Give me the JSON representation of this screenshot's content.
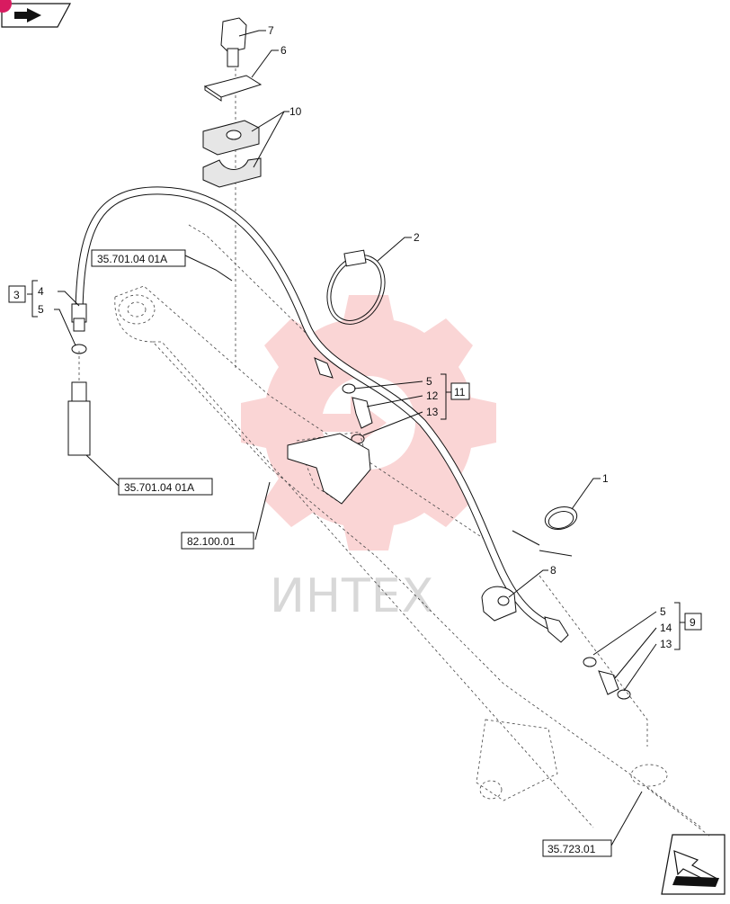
{
  "watermark": {
    "text": "ИНТЕХ",
    "color": "#f4a7a7"
  },
  "icons": {
    "corner_top_left": "nav-previous-icon",
    "corner_bottom_right": "nav-next-icon"
  },
  "callouts": {
    "c7": "7",
    "c6": "6",
    "c10": "10",
    "c2": "2",
    "c4": "4",
    "c5a": "5",
    "c3": "3",
    "c5b": "5",
    "c12": "12",
    "c13a": "13",
    "c11": "11",
    "c1": "1",
    "c8": "8",
    "c5c": "5",
    "c14": "14",
    "c13b": "13",
    "c9": "9"
  },
  "refs": {
    "r1": "35.701.04 01A",
    "r2": "35.701.04 01A",
    "r3": "82.100.01",
    "r4": "35.723.01"
  }
}
